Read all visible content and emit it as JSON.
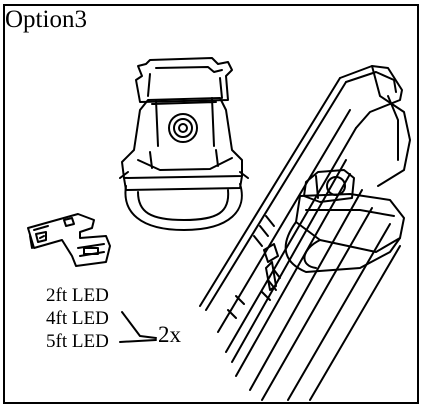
{
  "panel": {
    "title": "Option3",
    "lengths": [
      "2ft LED",
      "4ft LED",
      "5ft LED"
    ],
    "quantity": "2x"
  },
  "icons": [
    "fixture-end-view-icon",
    "mounting-bracket-icon",
    "fixture-side-view-icon"
  ],
  "colors": {
    "line": "#000000",
    "background": "#ffffff"
  }
}
